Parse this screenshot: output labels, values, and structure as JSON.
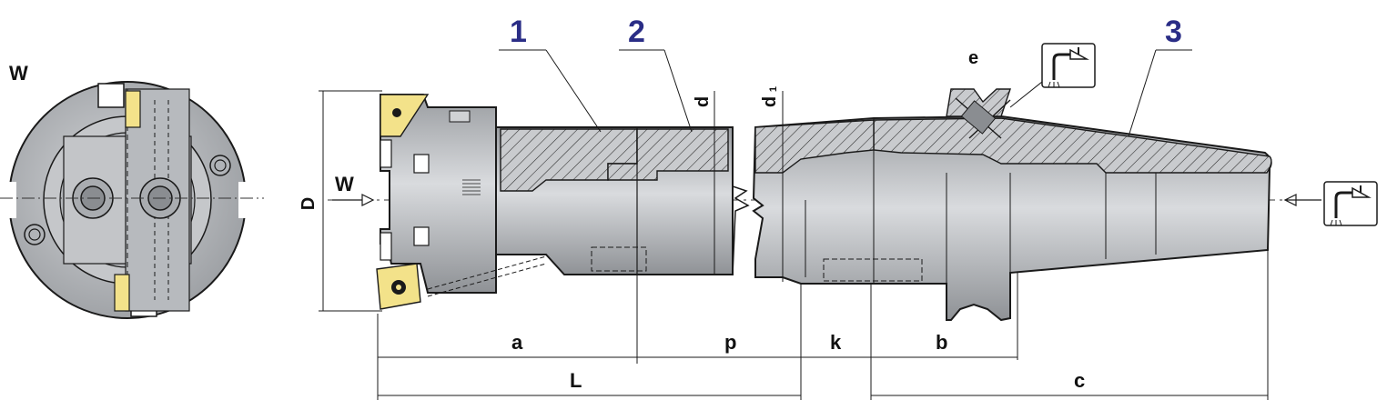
{
  "diagram": {
    "end_view_label": "W",
    "side_view_label": "W",
    "callouts": [
      "1",
      "2",
      "3"
    ],
    "dimensions": {
      "D": "D",
      "d": "d",
      "d1_main": "d",
      "d1_sub": "1",
      "e": "e",
      "a": "a",
      "p": "p",
      "k": "k",
      "b": "b",
      "L": "L",
      "c": "c"
    }
  },
  "colors": {
    "body_gray": "#b9bcc0",
    "dark_gray": "#8c8f93",
    "light_gray": "#d6d8db",
    "hatch": "#c4c6c9",
    "insert_yellow": "#f3e28a",
    "callout_blue": "#2a2d86",
    "outline": "#1a1a1a"
  },
  "icons": [
    "coolant-icon",
    "coolant-icon"
  ]
}
